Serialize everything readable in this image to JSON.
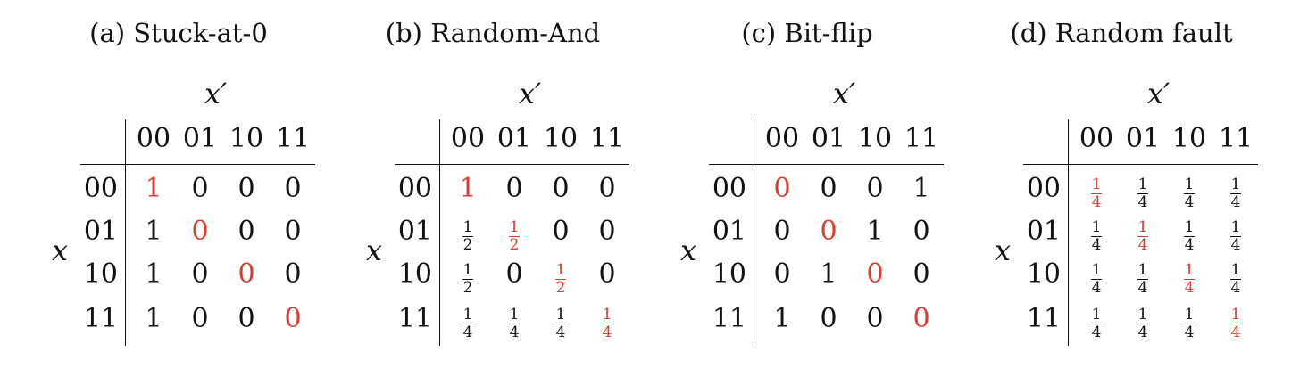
{
  "red_color": "#e03a2f",
  "panels": [
    {
      "caption": "(a) Stuck-at-0",
      "col_axis": "x′",
      "row_axis": "x",
      "col_labels": [
        "00",
        "01",
        "10",
        "11"
      ],
      "row_labels": [
        "00",
        "01",
        "10",
        "11"
      ],
      "cells": [
        [
          {
            "n": "1"
          },
          {
            "n": "0"
          },
          {
            "n": "0"
          },
          {
            "n": "0"
          }
        ],
        [
          {
            "n": "1"
          },
          {
            "n": "0"
          },
          {
            "n": "0"
          },
          {
            "n": "0"
          }
        ],
        [
          {
            "n": "1"
          },
          {
            "n": "0"
          },
          {
            "n": "0"
          },
          {
            "n": "0"
          }
        ],
        [
          {
            "n": "1"
          },
          {
            "n": "0"
          },
          {
            "n": "0"
          },
          {
            "n": "0"
          }
        ]
      ]
    },
    {
      "caption": "(b) Random-And",
      "col_axis": "x′",
      "row_axis": "x",
      "col_labels": [
        "00",
        "01",
        "10",
        "11"
      ],
      "row_labels": [
        "00",
        "01",
        "10",
        "11"
      ],
      "cells": [
        [
          {
            "n": "1"
          },
          {
            "n": "0"
          },
          {
            "n": "0"
          },
          {
            "n": "0"
          }
        ],
        [
          {
            "n": "1",
            "d": "2"
          },
          {
            "n": "1",
            "d": "2"
          },
          {
            "n": "0"
          },
          {
            "n": "0"
          }
        ],
        [
          {
            "n": "1",
            "d": "2"
          },
          {
            "n": "0"
          },
          {
            "n": "1",
            "d": "2"
          },
          {
            "n": "0"
          }
        ],
        [
          {
            "n": "1",
            "d": "4"
          },
          {
            "n": "1",
            "d": "4"
          },
          {
            "n": "1",
            "d": "4"
          },
          {
            "n": "1",
            "d": "4"
          }
        ]
      ]
    },
    {
      "caption": "(c) Bit-flip",
      "col_axis": "x′",
      "row_axis": "x",
      "col_labels": [
        "00",
        "01",
        "10",
        "11"
      ],
      "row_labels": [
        "00",
        "01",
        "10",
        "11"
      ],
      "cells": [
        [
          {
            "n": "0"
          },
          {
            "n": "0"
          },
          {
            "n": "0"
          },
          {
            "n": "1"
          }
        ],
        [
          {
            "n": "0"
          },
          {
            "n": "0"
          },
          {
            "n": "1"
          },
          {
            "n": "0"
          }
        ],
        [
          {
            "n": "0"
          },
          {
            "n": "1"
          },
          {
            "n": "0"
          },
          {
            "n": "0"
          }
        ],
        [
          {
            "n": "1"
          },
          {
            "n": "0"
          },
          {
            "n": "0"
          },
          {
            "n": "0"
          }
        ]
      ]
    },
    {
      "caption": "(d) Random fault",
      "col_axis": "x′",
      "row_axis": "x",
      "col_labels": [
        "00",
        "01",
        "10",
        "11"
      ],
      "row_labels": [
        "00",
        "01",
        "10",
        "11"
      ],
      "cells": [
        [
          {
            "n": "1",
            "d": "4"
          },
          {
            "n": "1",
            "d": "4"
          },
          {
            "n": "1",
            "d": "4"
          },
          {
            "n": "1",
            "d": "4"
          }
        ],
        [
          {
            "n": "1",
            "d": "4"
          },
          {
            "n": "1",
            "d": "4"
          },
          {
            "n": "1",
            "d": "4"
          },
          {
            "n": "1",
            "d": "4"
          }
        ],
        [
          {
            "n": "1",
            "d": "4"
          },
          {
            "n": "1",
            "d": "4"
          },
          {
            "n": "1",
            "d": "4"
          },
          {
            "n": "1",
            "d": "4"
          }
        ],
        [
          {
            "n": "1",
            "d": "4"
          },
          {
            "n": "1",
            "d": "4"
          },
          {
            "n": "1",
            "d": "4"
          },
          {
            "n": "1",
            "d": "4"
          }
        ]
      ]
    }
  ]
}
